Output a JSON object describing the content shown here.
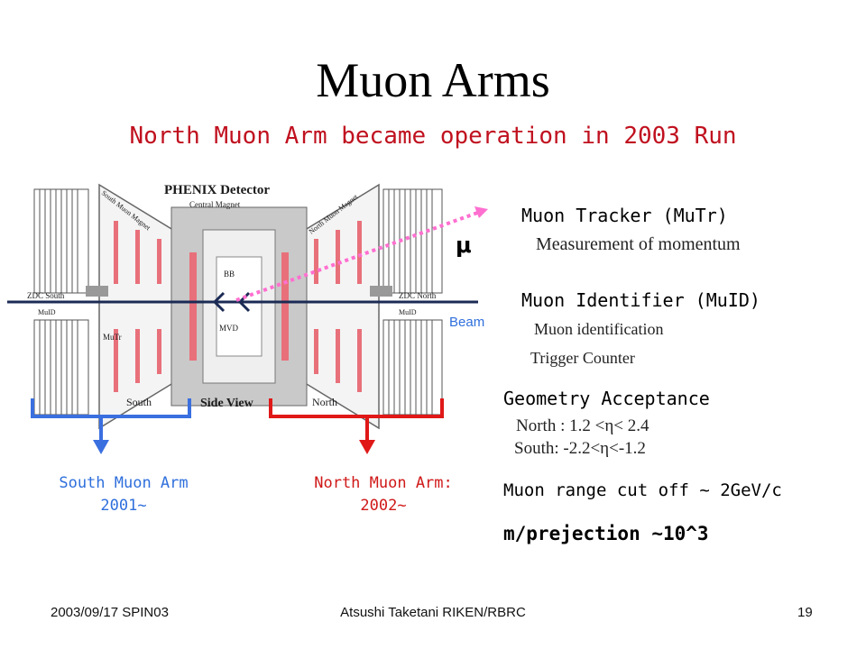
{
  "slide": {
    "title": "Muon Arms",
    "subtitle": "North Muon Arm became operation in 2003 Run"
  },
  "diagram": {
    "heading": "PHENIX Detector",
    "labels": {
      "central_magnet": "Central Magnet",
      "south_magnet": "South Muon Magnet",
      "north_magnet": "North Muon Magnet",
      "zdc_south": "ZDC South",
      "zdc_north": "ZDC North",
      "muid_south": "MuID",
      "muid_north": "MuID",
      "mutr": "MuTr",
      "bb": "BB",
      "mvd": "MVD",
      "south": "South",
      "north": "North",
      "side_view": "Side View"
    },
    "mu_symbol": "μ",
    "beam_label": "Beam",
    "colors": {
      "south_arm": "#3a6fe0",
      "north_arm": "#e01818",
      "muon_track": "#ff6fd0",
      "beam": "#1b2b55"
    }
  },
  "arms": {
    "south": {
      "line1": "South Muon Arm",
      "line2": "2001~"
    },
    "north": {
      "line1": "North Muon Arm:",
      "line2": "2002~"
    }
  },
  "details": {
    "tracker_title": "Muon Tracker (MuTr)",
    "tracker_desc": "Measurement of momentum",
    "identifier_title": "Muon Identifier (MuID)",
    "identifier_desc1": "Muon identification",
    "identifier_desc2": "Trigger Counter",
    "geometry_title": "Geometry Acceptance",
    "north_range": "North :  1.2 <η< 2.4",
    "south_range": "South:   -2.2<η<-1.2",
    "range_cut": "Muon range cut off ~ 2GeV/c",
    "rejection": "m/prejection ~10^3"
  },
  "footer": {
    "left": "2003/09/17 SPIN03",
    "center": "Atsushi Taketani RIKEN/RBRC",
    "page": "19"
  }
}
